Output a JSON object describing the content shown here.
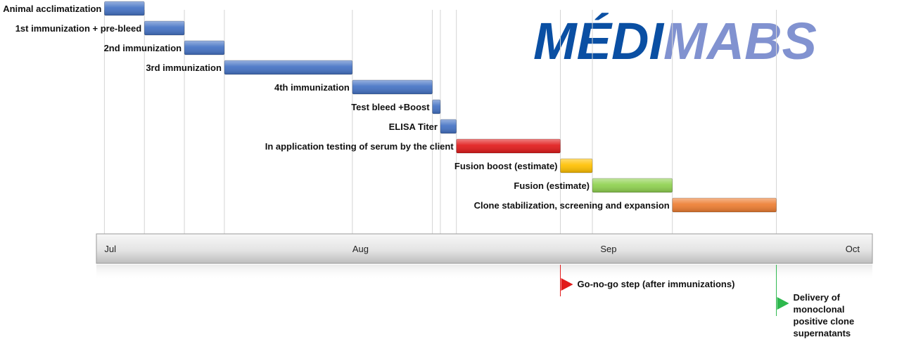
{
  "logo": {
    "part1": "MÉDI",
    "part2": "MABS",
    "color1": "#0a4fa3",
    "color2": "#8192d0"
  },
  "chart_data": {
    "type": "gantt",
    "x_axis": {
      "start": "2000-06-30",
      "end": "2000-10-05",
      "ticks": [
        {
          "label": "Jul",
          "date": "2000-07-01"
        },
        {
          "label": "Aug",
          "date": "2000-08-01"
        },
        {
          "label": "Sep",
          "date": "2000-09-01"
        },
        {
          "label": "Oct",
          "date": "2000-10-01"
        }
      ]
    },
    "tasks": [
      {
        "label": "Animal acclimatization",
        "start": "2000-07-01",
        "end": "2000-07-06",
        "color": "#4472c4"
      },
      {
        "label": "1st immunization + pre-bleed",
        "start": "2000-07-06",
        "end": "2000-07-11",
        "color": "#4472c4"
      },
      {
        "label": "2nd immunization",
        "start": "2000-07-11",
        "end": "2000-07-16",
        "color": "#4472c4"
      },
      {
        "label": "3rd immunization",
        "start": "2000-07-16",
        "end": "2000-08-01",
        "color": "#4472c4"
      },
      {
        "label": "4th immunization",
        "start": "2000-08-01",
        "end": "2000-08-11",
        "color": "#4472c4"
      },
      {
        "label": "Test bleed +Boost",
        "start": "2000-08-11",
        "end": "2000-08-12",
        "color": "#4472c4"
      },
      {
        "label": "ELISA Titer",
        "start": "2000-08-12",
        "end": "2000-08-14",
        "color": "#4472c4"
      },
      {
        "label": "In application testing of serum by the client",
        "start": "2000-08-14",
        "end": "2000-08-27",
        "color": "#e11a1a"
      },
      {
        "label": "Fusion boost (estimate)",
        "start": "2000-08-27",
        "end": "2000-08-31",
        "color": "#ffc000"
      },
      {
        "label": "Fusion (estimate)",
        "start": "2000-08-31",
        "end": "2000-09-10",
        "color": "#8fd14f"
      },
      {
        "label": "Clone stabilization, screening and expansion",
        "start": "2000-09-10",
        "end": "2000-09-23",
        "color": "#ed7d31"
      }
    ],
    "milestones": [
      {
        "label": "Go-no-go step (after immunizations)",
        "date": "2000-08-27",
        "color": "#e11a1a",
        "lines": [
          "Go-no-go step (after immunizations)"
        ]
      },
      {
        "label": "Delivery of monoclonal positive clone supernatants",
        "date": "2000-09-23",
        "color": "#2db84d",
        "lines": [
          "Delivery of",
          "monoclonal",
          "positive clone",
          "supernatants"
        ]
      }
    ]
  }
}
